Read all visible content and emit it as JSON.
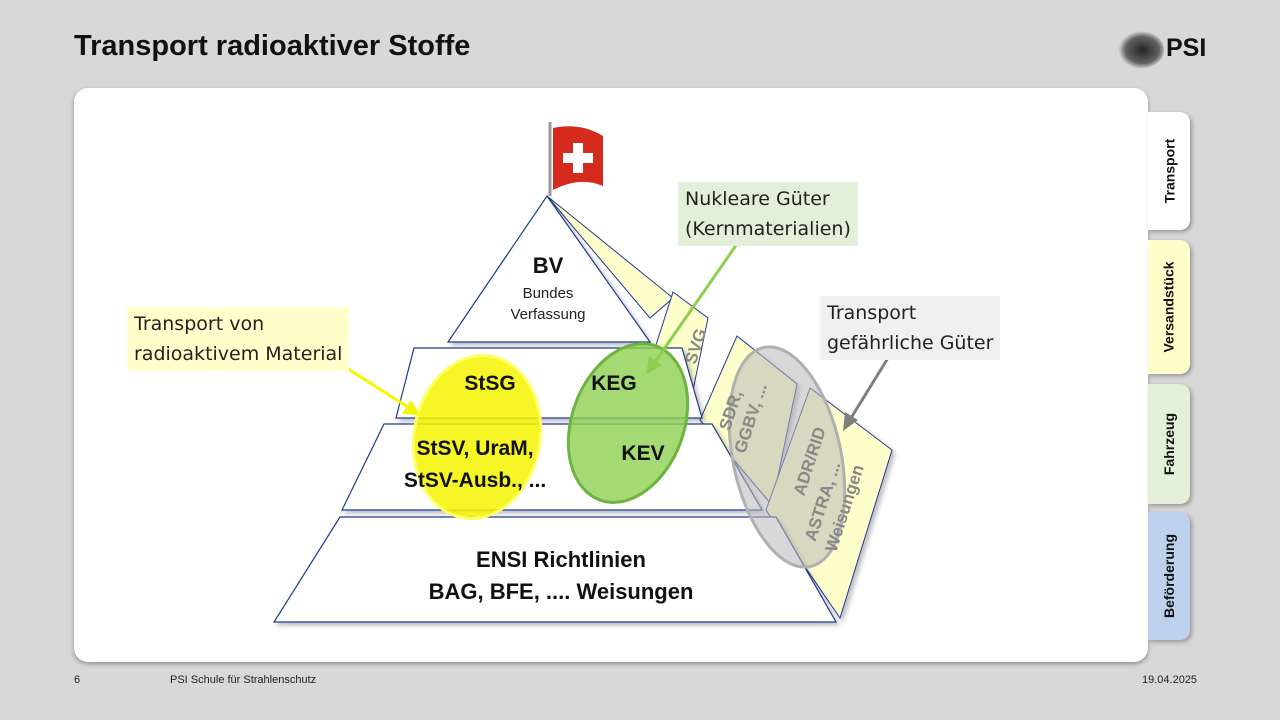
{
  "slide": {
    "title": "Transport radioaktiver Stoffe",
    "logo_text": "PSI"
  },
  "tabs": [
    {
      "label": "Transport",
      "color": "#ffffff"
    },
    {
      "label": "Versandstück",
      "color": "#ffffcc"
    },
    {
      "label": "Fahrzeug",
      "color": "#e2efd9"
    },
    {
      "label": "Beförderung",
      "color": "#bdd1ec"
    }
  ],
  "pyramid": {
    "top_abbr": "BV",
    "top_line1": "Bundes",
    "top_line2": "Verfassung",
    "l2_left": "StSG",
    "l2_right": "KEG",
    "l3_left_line1": "StSV, UraM,",
    "l3_left_line2": "StSV-Ausb., ...",
    "l3_right": "KEV",
    "base_line1": "ENSI Richtlinien",
    "base_line2": "BAG, BFE, .... Weisungen",
    "side_1": "SVG",
    "side_2_line1": "SDR,",
    "side_2_line2": "GGBV, ...",
    "side_3_line1": "ADR/RID",
    "side_3_line2": "ASTRA, ...",
    "side_3_line3": "Weisungen"
  },
  "callouts": {
    "radioactive_line1": "Transport von",
    "radioactive_line2": "radioaktivem Material",
    "nuclear_line1": "Nukleare Güter",
    "nuclear_line2": "(Kernmaterialien)",
    "dangerous_line1": "Transport",
    "dangerous_line2": "gefährliche Güter"
  },
  "colors": {
    "yellow_highlight": "#f5f500",
    "green_highlight": "#8fcf50",
    "gray_highlight": "#b8b8b8",
    "pyramid_side": "#ffffcc",
    "pyramid_edge": "#1f3a93"
  },
  "footer": {
    "page_number": "6",
    "organization": "PSI Schule für Strahlenschutz",
    "date": "19.04.2025"
  }
}
